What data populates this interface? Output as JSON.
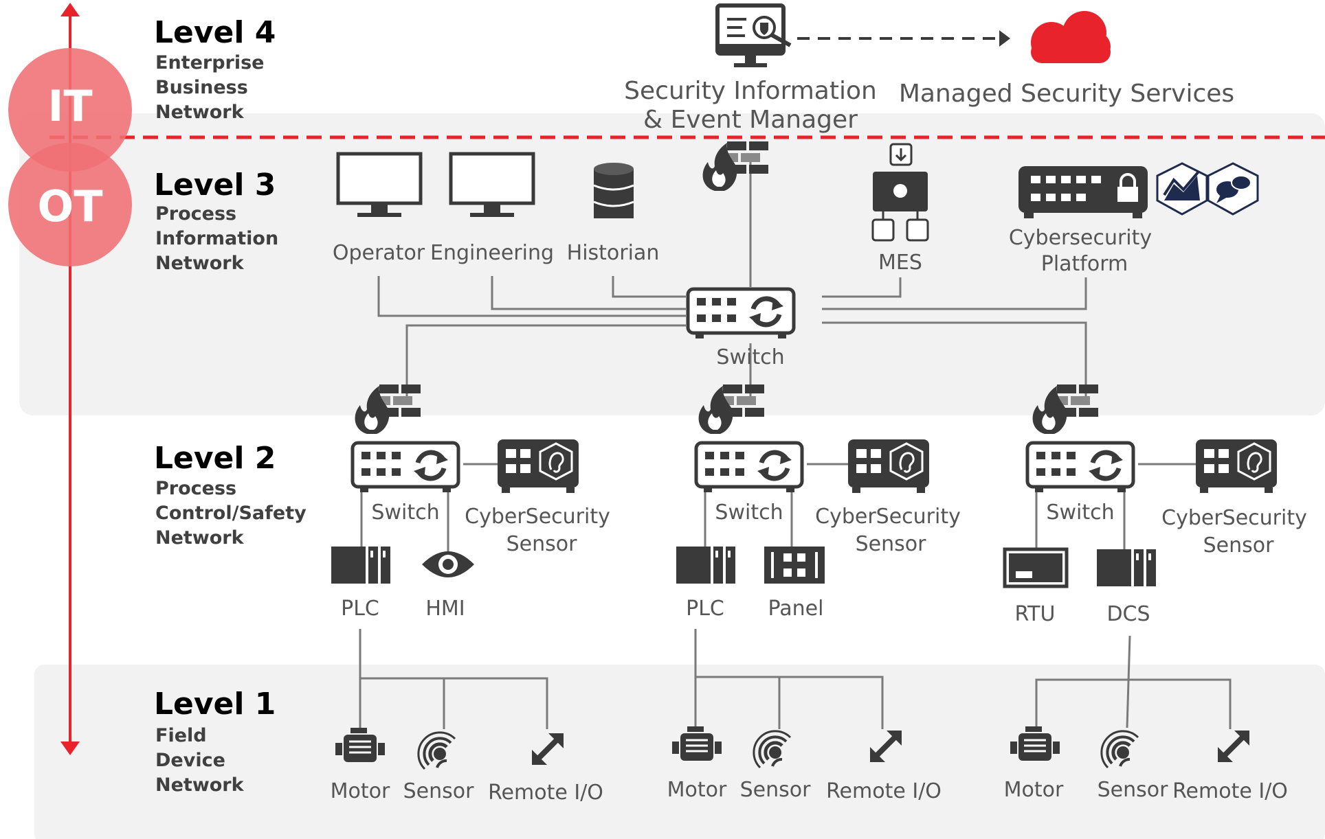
{
  "badges": {
    "it": "IT",
    "ot": "OT"
  },
  "levels": [
    {
      "title": "Level 4",
      "lines": [
        "Enterprise",
        "Business",
        "Network"
      ]
    },
    {
      "title": "Level 3",
      "lines": [
        "Process",
        "Information",
        "Network"
      ]
    },
    {
      "title": "Level 2",
      "lines": [
        "Process",
        "Control/Safety",
        "Network"
      ]
    },
    {
      "title": "Level 1",
      "lines": [
        "Field",
        "Device",
        "Network"
      ]
    }
  ],
  "level4": {
    "siem_lines": [
      "Security Information",
      "& Event Manager"
    ],
    "mss": "Managed Security Services"
  },
  "level3": {
    "operator": "Operator",
    "engineering": "Engineering",
    "historian": "Historian",
    "mes": "MES",
    "platform_lines": [
      "Cybersecurity",
      "Platform"
    ],
    "switch": "Switch"
  },
  "cells": [
    {
      "switch": "Switch",
      "sensor_lines": [
        "CyberSecurity",
        "Sensor"
      ],
      "dev_a": "PLC",
      "dev_b": "HMI",
      "field": [
        "Motor",
        "Sensor",
        "Remote I/O"
      ]
    },
    {
      "switch": "Switch",
      "sensor_lines": [
        "CyberSecurity",
        "Sensor"
      ],
      "dev_a": "PLC",
      "dev_b": "Panel",
      "field": [
        "Motor",
        "Sensor",
        "Remote I/O"
      ]
    },
    {
      "switch": "Switch",
      "sensor_lines": [
        "CyberSecurity",
        "Sensor"
      ],
      "dev_a": "RTU",
      "dev_b": "DCS",
      "field": [
        "Motor",
        "Sensor",
        "Remote I/O"
      ]
    }
  ],
  "colors": {
    "accent": "#e8232b",
    "badge": "#ef6f74",
    "panel": "#f2f2f2",
    "device": "#3a3a3a",
    "label": "#555555"
  }
}
